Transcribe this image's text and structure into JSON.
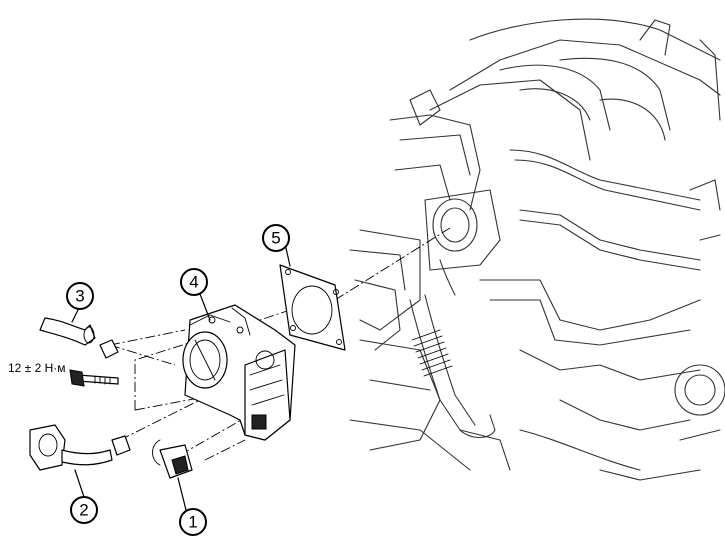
{
  "callouts": [
    {
      "id": "1",
      "label": "1"
    },
    {
      "id": "2",
      "label": "2"
    },
    {
      "id": "3",
      "label": "3"
    },
    {
      "id": "4",
      "label": "4"
    },
    {
      "id": "5",
      "label": "5"
    }
  ],
  "torque_label": "12 ± 2 Н·м",
  "icons": {
    "engine": "engine-drawing",
    "throttle_body": "throttle-body-drawing",
    "gasket": "gasket-drawing",
    "hose_upper": "coolant-hose-drawing",
    "hose_lower": "coolant-hose-drawing",
    "connector": "electrical-connector-drawing",
    "bolt": "bolt-drawing"
  }
}
